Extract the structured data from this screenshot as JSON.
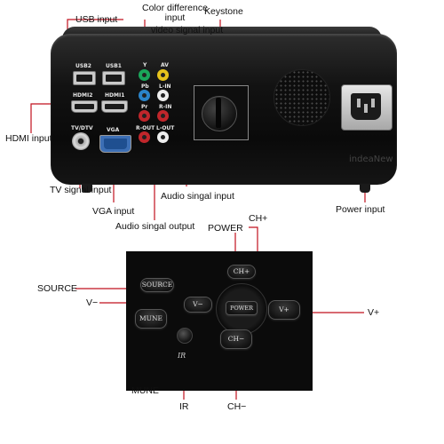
{
  "labels": {
    "usb_input": "USB input",
    "color_difference_input": "Color difference\ninput",
    "video_signal_input": "video signal input",
    "keystone": "Keystone",
    "hdmi_input": "HDMI input",
    "tv_signal_input": "TV signal input",
    "vga_input": "VGA input",
    "audio_signal_input": "Audio singal input",
    "audio_signal_output": "Audio singal output",
    "power_input": "Power input",
    "source": "SOURCE",
    "v_minus": "V−",
    "power": "POWER",
    "ch_plus": "CH+",
    "v_plus": "V+",
    "mune": "MUNE",
    "ir": "IR",
    "ch_minus": "CH−"
  },
  "port_labels": {
    "usb2": "USB2",
    "usb1": "USB1",
    "hdmi2": "HDMI2",
    "hdmi1": "HDMI1",
    "tv_dtv": "TV/DTV",
    "vga": "VGA",
    "y": "Y",
    "av": "AV",
    "pb": "Pb",
    "l_in": "L-IN",
    "pr": "Pr",
    "r_in": "R-IN",
    "r_out": "R-OUT",
    "l_out": "L-OUT"
  },
  "buttons": {
    "source": "SOURCE",
    "ch_plus": "CH+",
    "v_minus": "V−",
    "power": "POWER",
    "v_plus": "V+",
    "mune": "MUNE",
    "ch_minus": "CH−",
    "ir": "IR"
  },
  "watermark": "indeaNew",
  "colors": {
    "rca_green": "#1aa65a",
    "rca_blue": "#2a84c9",
    "rca_red": "#c0262b",
    "rca_yellow": "#e6c21c",
    "rca_white": "#eeeeee",
    "vga_blue": "#3d6fb5",
    "leader_line": "#c1121f"
  }
}
